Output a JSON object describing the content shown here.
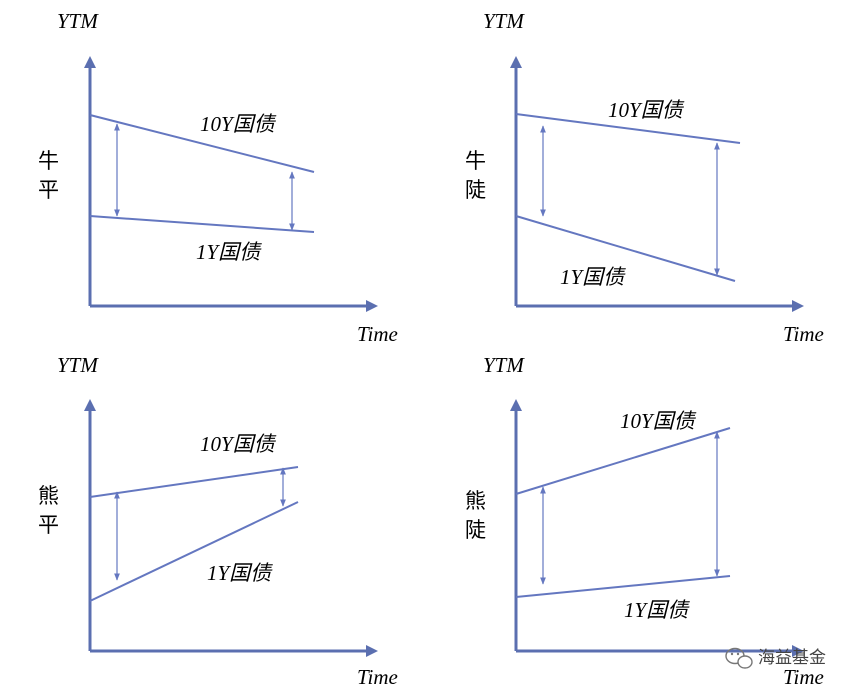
{
  "panels": [
    {
      "id": "bull-flattening",
      "y_axis_label": "YTM",
      "x_axis_label": "Time",
      "regime_label": [
        "牛",
        "平"
      ],
      "long_bond_label": "10Y国债",
      "short_bond_label": "1Y国债"
    },
    {
      "id": "bull-steepening",
      "y_axis_label": "YTM",
      "x_axis_label": "Time",
      "regime_label": [
        "牛",
        "陡"
      ],
      "long_bond_label": "10Y国债",
      "short_bond_label": "1Y国债"
    },
    {
      "id": "bear-flattening",
      "y_axis_label": "YTM",
      "x_axis_label": "Time",
      "regime_label": [
        "熊",
        "平"
      ],
      "long_bond_label": "10Y国债",
      "short_bond_label": "1Y国债"
    },
    {
      "id": "bear-steepening",
      "y_axis_label": "YTM",
      "x_axis_label": "Time",
      "regime_label": [
        "熊",
        "陡"
      ],
      "long_bond_label": "10Y国债",
      "short_bond_label": "1Y国债"
    }
  ],
  "watermark": {
    "text": "海益基金",
    "icon": "wechat-icon"
  },
  "colors": {
    "axis": "#5b6fb0",
    "line": "#6477c0"
  }
}
